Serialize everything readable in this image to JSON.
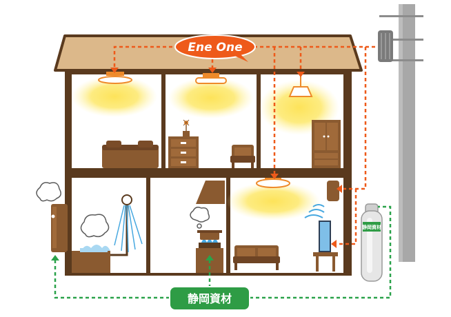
{
  "labels": {
    "ene_one": "Ene One",
    "shizuoka_shizai": "静岡資材",
    "gas_cylinder": "静岡資材"
  },
  "colors": {
    "house_brown": "#5a3a1e",
    "roof_fill": "#dcb88a",
    "floor_fill": "#ffffff",
    "furniture_brown": "#8a5a30",
    "ene_one_orange": "#ee5a1a",
    "electric_line": "#ee5a1a",
    "gas_line": "#2aa24a",
    "shizuoka_green": "#2e9c45",
    "light_glow": "#fde35a",
    "pole_gray": "#a8a8a8",
    "water_blue": "#47a8e0"
  }
}
